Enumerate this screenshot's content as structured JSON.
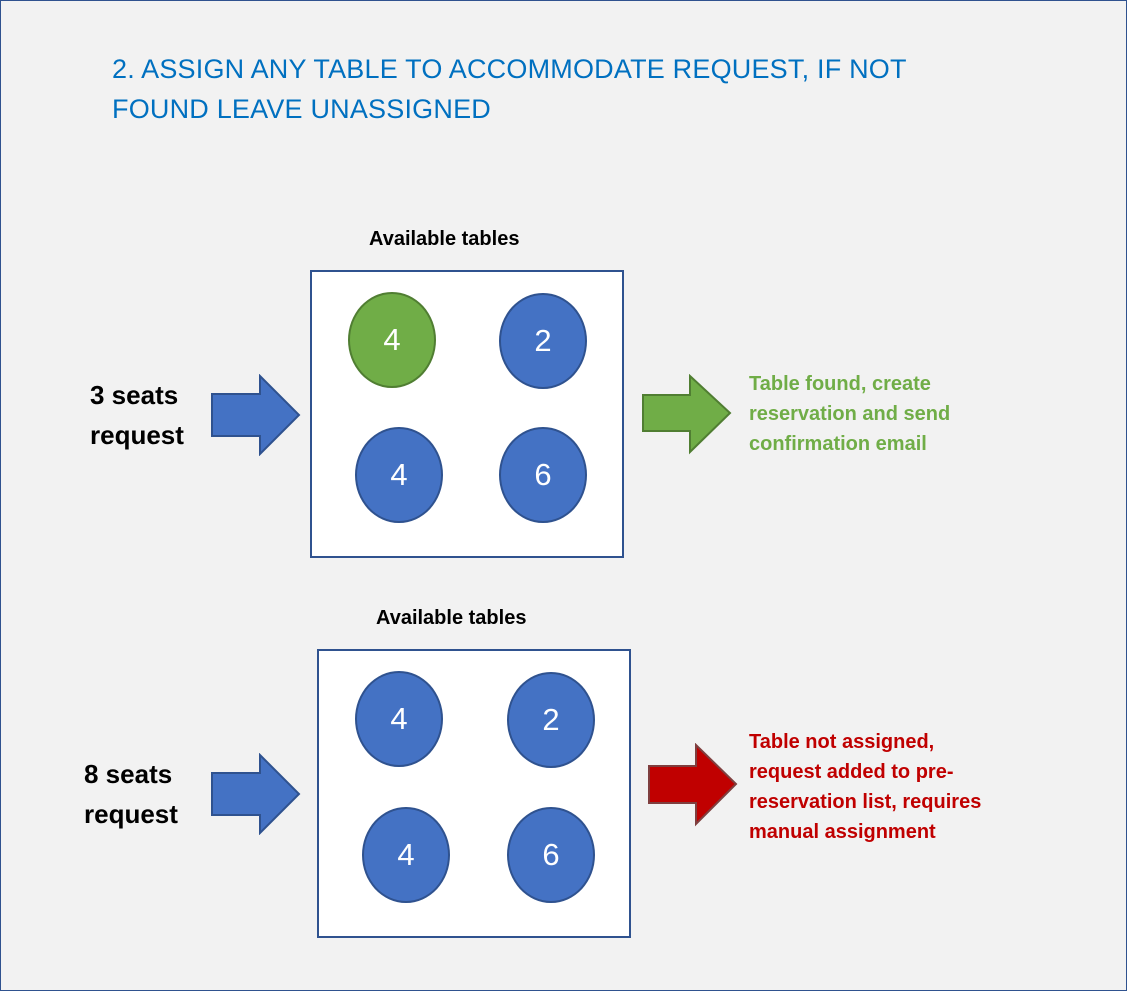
{
  "title": {
    "line1": "2. ASSIGN ANY TABLE TO ACCOMMODATE REQUEST, IF NOT",
    "line2": "FOUND LEAVE UNASSIGNED"
  },
  "scenario1": {
    "tables_label": "Available tables",
    "request": {
      "line1": "3 seats",
      "line2": "request"
    },
    "tables": [
      {
        "seats": "4",
        "status": "found"
      },
      {
        "seats": "2",
        "status": "available"
      },
      {
        "seats": "4",
        "status": "available"
      },
      {
        "seats": "6",
        "status": "available"
      }
    ],
    "outcome": {
      "line1": "Table found, create",
      "line2": "reservation and send",
      "line3": "confirmation email"
    }
  },
  "scenario2": {
    "tables_label": "Available tables",
    "request": {
      "line1": "8 seats",
      "line2": "request"
    },
    "tables": [
      {
        "seats": "4",
        "status": "available"
      },
      {
        "seats": "2",
        "status": "available"
      },
      {
        "seats": "4",
        "status": "available"
      },
      {
        "seats": "6",
        "status": "available"
      }
    ],
    "outcome": {
      "line1": "Table not assigned,",
      "line2": "request added to pre-",
      "line3": "reservation list, requires",
      "line4": "manual assignment"
    }
  },
  "colors": {
    "title": "#0070c0",
    "table_available": "#4472c4",
    "table_found": "#70ad47",
    "outcome_found": "#70ad47",
    "outcome_not_assigned": "#c00000",
    "arrow_input": "#4472c4",
    "arrow_found": "#70ad47",
    "arrow_not_assigned": "#c00000"
  },
  "icons": {
    "input_arrow": "right-arrow-icon",
    "found_arrow": "right-arrow-icon",
    "not_assigned_arrow": "right-arrow-icon"
  }
}
